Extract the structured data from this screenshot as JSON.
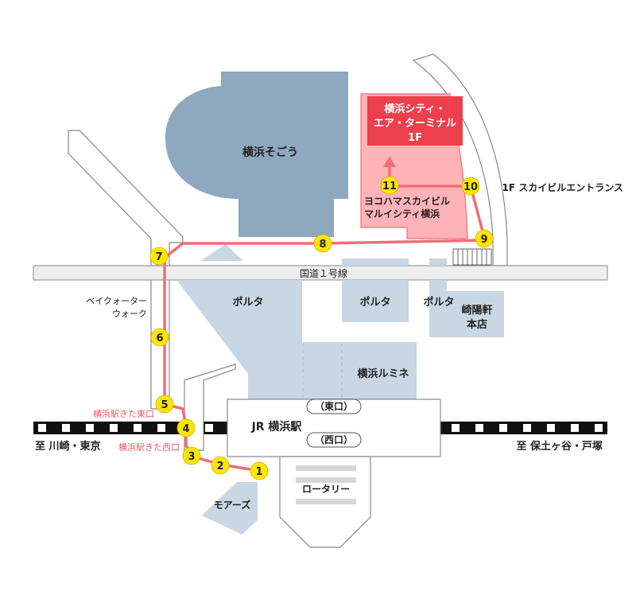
{
  "colors": {
    "building_blue": "#8ea8bf",
    "building_light": "#c9d6e3",
    "route": "#f26d78",
    "target_fill": "#ffb3b6",
    "target_header": "#ee3f4d",
    "marker": "#ffe600",
    "road": "#eeeeee",
    "outline": "#888888"
  },
  "labels": {
    "sogo": "横浜そごう",
    "air_terminal_l1": "横浜シティ・",
    "air_terminal_l2": "エア・ターミナル",
    "air_terminal_l3": "1F",
    "skybuilding_l1": "ヨコハマスカイビル",
    "skybuilding_l2": "マルイシティ横浜",
    "sky_entrance": "1F スカイビルエントランス",
    "route1": "国道１号線",
    "bay_quarter_l1": "ベイクォーター",
    "bay_quarter_l2": "ウォーク",
    "porta1": "ポルタ",
    "porta2": "ポルタ",
    "porta3": "ポルタ",
    "kiyoken_l1": "崎陽軒",
    "kiyoken_l2": "本店",
    "lumine": "横浜ルミネ",
    "east_exit_north": "横浜駅きた東口",
    "west_exit_north": "横浜駅きた西口",
    "east_exit": "（東口）",
    "station": "JR 横浜駅",
    "west_exit": "（西口）",
    "to_kawasaki": "至 川崎・東京",
    "to_hodogaya": "至 保土ヶ谷・戸塚",
    "rotary": "ロータリー",
    "mores": "モアーズ"
  },
  "markers": [
    "1",
    "2",
    "3",
    "4",
    "5",
    "6",
    "7",
    "8",
    "9",
    "10",
    "11"
  ]
}
